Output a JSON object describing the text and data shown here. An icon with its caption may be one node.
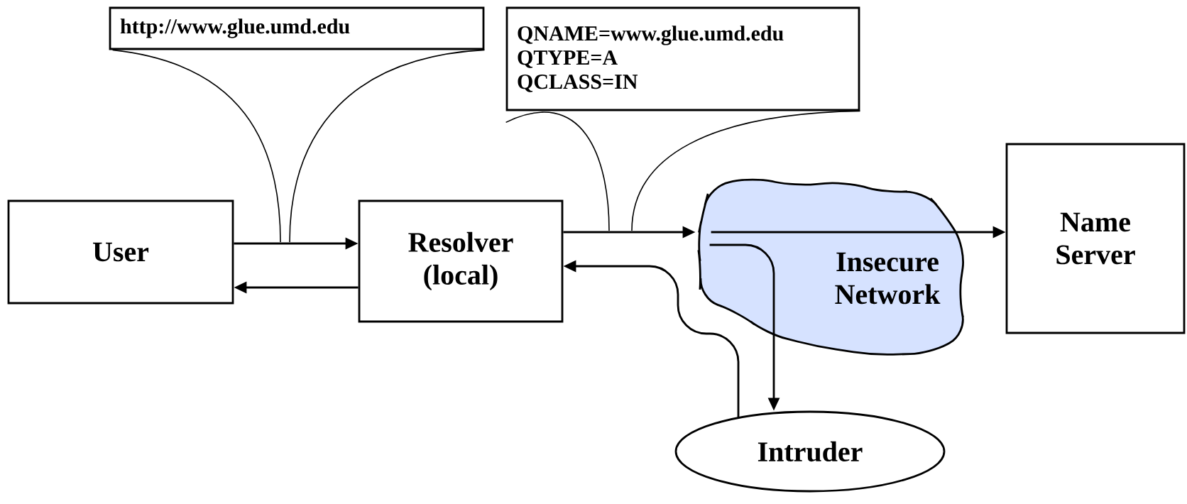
{
  "diagram": {
    "nodes": [
      {
        "text": [
          "User"
        ]
      },
      {
        "text": [
          "Resolver (local)"
        ]
      },
      {
        "text": [
          "Insecure Network"
        ]
      },
      {
        "text": [
          "Name Server"
        ]
      },
      {
        "text": [
          "Intruder"
        ]
      },
      {
        "text": [
          "http://www.glue.umd.edu"
        ]
      },
      {
        "text": [
          "QNAME=www.glue.umd.edu",
          "QTYPE=A",
          "QCLASS=IN"
        ]
      }
    ],
    "edges": [
      {
        "from": 0,
        "to": 1,
        "arrow": "to"
      },
      {
        "from": 1,
        "to": 0,
        "arrow": "to"
      },
      {
        "from": 1,
        "to": 2,
        "arrow": "to"
      },
      {
        "from": 2,
        "to": 3,
        "arrow": "to"
      },
      {
        "from": 2,
        "to": 4,
        "arrow": "to"
      },
      {
        "from": 4,
        "to": 1,
        "arrow": "to"
      },
      {
        "from": 5,
        "to": null,
        "arrow": "none"
      },
      {
        "from": 5,
        "to": null,
        "arrow": "none"
      },
      {
        "from": 6,
        "to": null,
        "arrow": "none"
      },
      {
        "from": 6,
        "to": null,
        "arrow": "none"
      }
    ]
  }
}
